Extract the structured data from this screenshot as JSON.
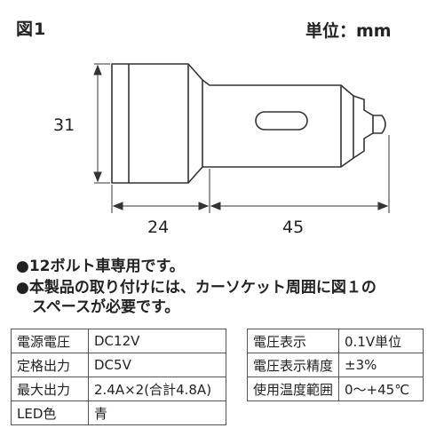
{
  "figure": {
    "label": "図1",
    "unit": "単位：mm"
  },
  "dimensions": {
    "height": "31",
    "left_length": "24",
    "right_length": "45"
  },
  "notes": [
    "●12ボルト車専用です。",
    "●本製品の取り付けには、カーソケット周囲に図１の",
    "スペースが必要です。"
  ],
  "spec_left": [
    {
      "label": "電源電圧",
      "value": "DC12V"
    },
    {
      "label": "定格出力",
      "value": "DC5V"
    },
    {
      "label": "最大出力",
      "value": "2.4A×2(合計4.8A)"
    },
    {
      "label": "LED色",
      "value": "青"
    }
  ],
  "spec_right": [
    {
      "label": "電圧表示",
      "value": "0.1V単位"
    },
    {
      "label": "電圧表示精度",
      "value": "±3%"
    },
    {
      "label": "使用温度範囲",
      "value": "0〜+45℃"
    }
  ]
}
